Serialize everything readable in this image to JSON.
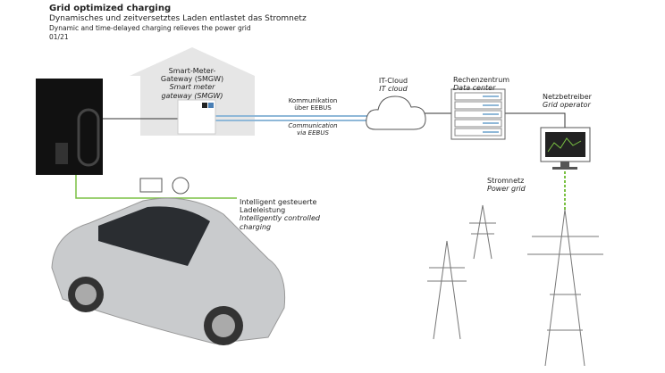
{
  "header": {
    "title": "Grid optimized charging",
    "subtitle_de": "Dynamisches und zeitversetztes Laden entlastet das Stromnetz",
    "subtitle_en": "Dynamic and time-delayed charging relieves the power grid",
    "number": "01/21"
  },
  "gateway": {
    "de1": "Smart-Meter-",
    "de2": "Gateway (SMGW)",
    "en1": "Smart meter",
    "en2": "gateway (SMGW)"
  },
  "communication": {
    "de1": "Kommunikation",
    "de2": "über EEBUS",
    "en1": "Communication",
    "en2": "via EEBUS"
  },
  "cloud": {
    "de": "IT-Cloud",
    "en": "IT cloud"
  },
  "datacenter": {
    "de": "Rechenzentrum",
    "en": "Data center"
  },
  "operator": {
    "de": "Netzbetreiber",
    "en": "Grid operator"
  },
  "grid": {
    "de": "Stromnetz",
    "en": "Power grid"
  },
  "charging": {
    "de1": "Intelligent gesteuerte",
    "de2": "Ladeleistung",
    "en1": "Intelligently controlled",
    "en2": "charging"
  },
  "colors": {
    "green": "#7ac143",
    "comm": "#8fb8d8",
    "house": "#e6e6e6"
  }
}
